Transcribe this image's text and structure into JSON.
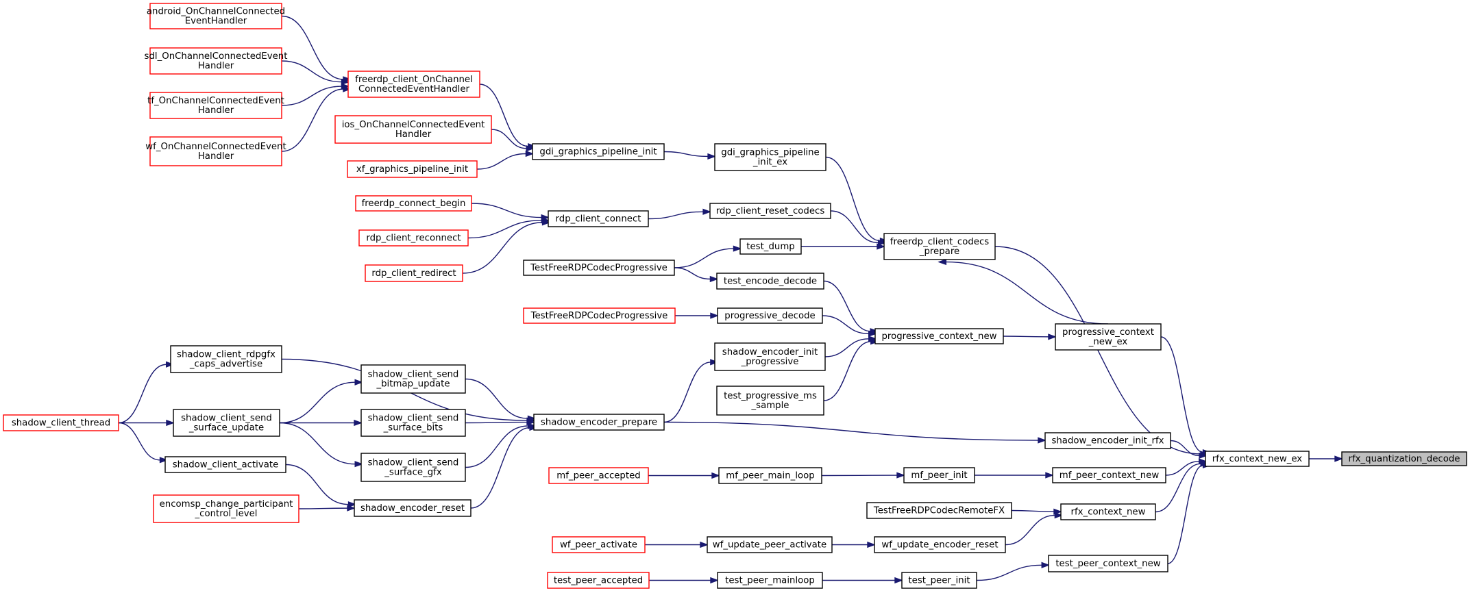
{
  "colors": {
    "edge": "#191970",
    "normal_border": "#000000",
    "truncated_border": "#ff0000",
    "root_fill": "#bfbfbf"
  },
  "nodes": [
    {
      "id": "rfx_quantization_decode",
      "lines": [
        "rfx_quantization_decode"
      ],
      "kind": "root"
    },
    {
      "id": "rfx_context_new_ex",
      "lines": [
        "rfx_context_new_ex"
      ],
      "kind": "normal"
    },
    {
      "id": "freerdp_client_codecs_prepare",
      "lines": [
        "freerdp_client_codecs",
        "_prepare"
      ],
      "kind": "normal"
    },
    {
      "id": "gdi_graphics_pipeline_init_ex",
      "lines": [
        "gdi_graphics_pipeline",
        "_init_ex"
      ],
      "kind": "normal"
    },
    {
      "id": "gdi_graphics_pipeline_init",
      "lines": [
        "gdi_graphics_pipeline_init"
      ],
      "kind": "normal"
    },
    {
      "id": "freerdp_client_OnChannelConnectedEventHandler",
      "lines": [
        "freerdp_client_OnChannel",
        "ConnectedEventHandler"
      ],
      "kind": "truncated"
    },
    {
      "id": "android_OnChannelConnectedEventHandler",
      "lines": [
        "android_OnChannelConnected",
        "EventHandler"
      ],
      "kind": "truncated"
    },
    {
      "id": "sdl_OnChannelConnectedEventHandler",
      "lines": [
        "sdl_OnChannelConnectedEvent",
        "Handler"
      ],
      "kind": "truncated"
    },
    {
      "id": "tf_OnChannelConnectedEventHandler",
      "lines": [
        "tf_OnChannelConnectedEvent",
        "Handler"
      ],
      "kind": "truncated"
    },
    {
      "id": "wf_OnChannelConnectedEventHandler",
      "lines": [
        "wf_OnChannelConnectedEvent",
        "Handler"
      ],
      "kind": "truncated"
    },
    {
      "id": "ios_OnChannelConnectedEventHandler",
      "lines": [
        "ios_OnChannelConnectedEvent",
        "Handler"
      ],
      "kind": "truncated"
    },
    {
      "id": "xf_graphics_pipeline_init",
      "lines": [
        "xf_graphics_pipeline_init"
      ],
      "kind": "truncated"
    },
    {
      "id": "rdp_client_reset_codecs",
      "lines": [
        "rdp_client_reset_codecs"
      ],
      "kind": "normal"
    },
    {
      "id": "rdp_client_connect",
      "lines": [
        "rdp_client_connect"
      ],
      "kind": "normal"
    },
    {
      "id": "freerdp_connect_begin",
      "lines": [
        "freerdp_connect_begin"
      ],
      "kind": "truncated"
    },
    {
      "id": "rdp_client_reconnect",
      "lines": [
        "rdp_client_reconnect"
      ],
      "kind": "truncated"
    },
    {
      "id": "rdp_client_redirect",
      "lines": [
        "rdp_client_redirect"
      ],
      "kind": "truncated"
    },
    {
      "id": "test_dump",
      "lines": [
        "test_dump"
      ],
      "kind": "normal"
    },
    {
      "id": "TestFreeRDPCodecProgressive_1",
      "lines": [
        "TestFreeRDPCodecProgressive"
      ],
      "kind": "normal"
    },
    {
      "id": "progressive_context_new_ex",
      "lines": [
        "progressive_context",
        "_new_ex"
      ],
      "kind": "normal"
    },
    {
      "id": "progressive_context_new",
      "lines": [
        "progressive_context_new"
      ],
      "kind": "normal"
    },
    {
      "id": "test_encode_decode",
      "lines": [
        "test_encode_decode"
      ],
      "kind": "normal"
    },
    {
      "id": "progressive_decode",
      "lines": [
        "progressive_decode"
      ],
      "kind": "normal"
    },
    {
      "id": "TestFreeRDPCodecProgressive_2",
      "lines": [
        "TestFreeRDPCodecProgressive"
      ],
      "kind": "truncated"
    },
    {
      "id": "shadow_encoder_init_progressive",
      "lines": [
        "shadow_encoder_init",
        "_progressive"
      ],
      "kind": "normal"
    },
    {
      "id": "test_progressive_ms_sample",
      "lines": [
        "test_progressive_ms",
        "_sample"
      ],
      "kind": "normal"
    },
    {
      "id": "shadow_encoder_prepare",
      "lines": [
        "shadow_encoder_prepare"
      ],
      "kind": "normal"
    },
    {
      "id": "shadow_client_rdpgfx_caps_advertise",
      "lines": [
        "shadow_client_rdpgfx",
        "_caps_advertise"
      ],
      "kind": "normal"
    },
    {
      "id": "shadow_client_thread",
      "lines": [
        "shadow_client_thread"
      ],
      "kind": "truncated"
    },
    {
      "id": "shadow_client_send_bitmap_update",
      "lines": [
        "shadow_client_send",
        "_bitmap_update"
      ],
      "kind": "normal"
    },
    {
      "id": "shadow_client_send_surface_update",
      "lines": [
        "shadow_client_send",
        "_surface_update"
      ],
      "kind": "normal"
    },
    {
      "id": "shadow_client_send_surface_bits",
      "lines": [
        "shadow_client_send",
        "_surface_bits"
      ],
      "kind": "normal"
    },
    {
      "id": "shadow_client_send_surface_gfx",
      "lines": [
        "shadow_client_send",
        "_surface_gfx"
      ],
      "kind": "normal"
    },
    {
      "id": "shadow_client_activate",
      "lines": [
        "shadow_client_activate"
      ],
      "kind": "normal"
    },
    {
      "id": "shadow_encoder_reset",
      "lines": [
        "shadow_encoder_reset"
      ],
      "kind": "normal"
    },
    {
      "id": "encomsp_change_participant_control_level",
      "lines": [
        "encomsp_change_participant",
        "_control_level"
      ],
      "kind": "truncated"
    },
    {
      "id": "shadow_encoder_init_rfx",
      "lines": [
        "shadow_encoder_init_rfx"
      ],
      "kind": "normal"
    },
    {
      "id": "mf_peer_context_new",
      "lines": [
        "mf_peer_context_new"
      ],
      "kind": "normal"
    },
    {
      "id": "mf_peer_init",
      "lines": [
        "mf_peer_init"
      ],
      "kind": "normal"
    },
    {
      "id": "mf_peer_main_loop",
      "lines": [
        "mf_peer_main_loop"
      ],
      "kind": "normal"
    },
    {
      "id": "mf_peer_accepted",
      "lines": [
        "mf_peer_accepted"
      ],
      "kind": "truncated"
    },
    {
      "id": "rfx_context_new",
      "lines": [
        "rfx_context_new"
      ],
      "kind": "normal"
    },
    {
      "id": "TestFreeRDPCodecRemoteFX",
      "lines": [
        "TestFreeRDPCodecRemoteFX"
      ],
      "kind": "normal"
    },
    {
      "id": "wf_update_encoder_reset",
      "lines": [
        "wf_update_encoder_reset"
      ],
      "kind": "normal"
    },
    {
      "id": "wf_update_peer_activate",
      "lines": [
        "wf_update_peer_activate"
      ],
      "kind": "normal"
    },
    {
      "id": "wf_peer_activate",
      "lines": [
        "wf_peer_activate"
      ],
      "kind": "truncated"
    },
    {
      "id": "test_peer_context_new",
      "lines": [
        "test_peer_context_new"
      ],
      "kind": "normal"
    },
    {
      "id": "test_peer_init",
      "lines": [
        "test_peer_init"
      ],
      "kind": "normal"
    },
    {
      "id": "test_peer_mainloop",
      "lines": [
        "test_peer_mainloop"
      ],
      "kind": "normal"
    },
    {
      "id": "test_peer_accepted",
      "lines": [
        "test_peer_accepted"
      ],
      "kind": "truncated"
    }
  ],
  "edges": [
    {
      "from": "rfx_context_new_ex",
      "to": "rfx_quantization_decode"
    },
    {
      "from": "freerdp_client_codecs_prepare",
      "to": "rfx_context_new_ex"
    },
    {
      "from": "gdi_graphics_pipeline_init_ex",
      "to": "freerdp_client_codecs_prepare"
    },
    {
      "from": "gdi_graphics_pipeline_init",
      "to": "gdi_graphics_pipeline_init_ex"
    },
    {
      "from": "freerdp_client_OnChannelConnectedEventHandler",
      "to": "gdi_graphics_pipeline_init"
    },
    {
      "from": "android_OnChannelConnectedEventHandler",
      "to": "freerdp_client_OnChannelConnectedEventHandler"
    },
    {
      "from": "sdl_OnChannelConnectedEventHandler",
      "to": "freerdp_client_OnChannelConnectedEventHandler"
    },
    {
      "from": "tf_OnChannelConnectedEventHandler",
      "to": "freerdp_client_OnChannelConnectedEventHandler"
    },
    {
      "from": "wf_OnChannelConnectedEventHandler",
      "to": "freerdp_client_OnChannelConnectedEventHandler"
    },
    {
      "from": "ios_OnChannelConnectedEventHandler",
      "to": "gdi_graphics_pipeline_init"
    },
    {
      "from": "xf_graphics_pipeline_init",
      "to": "gdi_graphics_pipeline_init"
    },
    {
      "from": "rdp_client_reset_codecs",
      "to": "freerdp_client_codecs_prepare"
    },
    {
      "from": "rdp_client_connect",
      "to": "rdp_client_reset_codecs"
    },
    {
      "from": "freerdp_connect_begin",
      "to": "rdp_client_connect"
    },
    {
      "from": "rdp_client_reconnect",
      "to": "rdp_client_connect"
    },
    {
      "from": "rdp_client_redirect",
      "to": "rdp_client_connect"
    },
    {
      "from": "test_dump",
      "to": "freerdp_client_codecs_prepare"
    },
    {
      "from": "TestFreeRDPCodecProgressive_1",
      "to": "test_dump"
    },
    {
      "from": "TestFreeRDPCodecProgressive_1",
      "to": "test_encode_decode"
    },
    {
      "from": "progressive_context_new_ex",
      "to": "freerdp_client_codecs_prepare"
    },
    {
      "from": "progressive_context_new_ex",
      "to": "rfx_context_new_ex"
    },
    {
      "from": "progressive_context_new",
      "to": "progressive_context_new_ex"
    },
    {
      "from": "test_encode_decode",
      "to": "progressive_context_new"
    },
    {
      "from": "progressive_decode",
      "to": "progressive_context_new"
    },
    {
      "from": "TestFreeRDPCodecProgressive_2",
      "to": "progressive_decode"
    },
    {
      "from": "shadow_encoder_init_progressive",
      "to": "progressive_context_new"
    },
    {
      "from": "test_progressive_ms_sample",
      "to": "progressive_context_new"
    },
    {
      "from": "shadow_encoder_prepare",
      "to": "shadow_encoder_init_progressive"
    },
    {
      "from": "shadow_encoder_prepare",
      "to": "shadow_encoder_init_rfx"
    },
    {
      "from": "shadow_client_rdpgfx_caps_advertise",
      "to": "shadow_encoder_prepare"
    },
    {
      "from": "shadow_client_thread",
      "to": "shadow_client_rdpgfx_caps_advertise"
    },
    {
      "from": "shadow_client_thread",
      "to": "shadow_client_send_surface_update"
    },
    {
      "from": "shadow_client_thread",
      "to": "shadow_client_activate"
    },
    {
      "from": "shadow_client_send_bitmap_update",
      "to": "shadow_encoder_prepare"
    },
    {
      "from": "shadow_client_send_surface_update",
      "to": "shadow_client_send_bitmap_update"
    },
    {
      "from": "shadow_client_send_surface_update",
      "to": "shadow_client_send_surface_bits"
    },
    {
      "from": "shadow_client_send_surface_update",
      "to": "shadow_client_send_surface_gfx"
    },
    {
      "from": "shadow_client_send_surface_bits",
      "to": "shadow_encoder_prepare"
    },
    {
      "from": "shadow_client_send_surface_gfx",
      "to": "shadow_encoder_prepare"
    },
    {
      "from": "shadow_encoder_reset",
      "to": "shadow_encoder_prepare"
    },
    {
      "from": "shadow_client_activate",
      "to": "shadow_encoder_reset"
    },
    {
      "from": "encomsp_change_participant_control_level",
      "to": "shadow_encoder_reset"
    },
    {
      "from": "shadow_encoder_init_rfx",
      "to": "rfx_context_new_ex"
    },
    {
      "from": "mf_peer_context_new",
      "to": "rfx_context_new_ex"
    },
    {
      "from": "mf_peer_init",
      "to": "mf_peer_context_new"
    },
    {
      "from": "mf_peer_main_loop",
      "to": "mf_peer_init"
    },
    {
      "from": "mf_peer_accepted",
      "to": "mf_peer_main_loop"
    },
    {
      "from": "rfx_context_new",
      "to": "rfx_context_new_ex"
    },
    {
      "from": "TestFreeRDPCodecRemoteFX",
      "to": "rfx_context_new"
    },
    {
      "from": "wf_update_encoder_reset",
      "to": "rfx_context_new"
    },
    {
      "from": "wf_update_peer_activate",
      "to": "wf_update_encoder_reset"
    },
    {
      "from": "wf_peer_activate",
      "to": "wf_update_peer_activate"
    },
    {
      "from": "test_peer_context_new",
      "to": "rfx_context_new_ex"
    },
    {
      "from": "test_peer_init",
      "to": "test_peer_context_new"
    },
    {
      "from": "test_peer_mainloop",
      "to": "test_peer_init"
    },
    {
      "from": "test_peer_accepted",
      "to": "test_peer_mainloop"
    }
  ]
}
